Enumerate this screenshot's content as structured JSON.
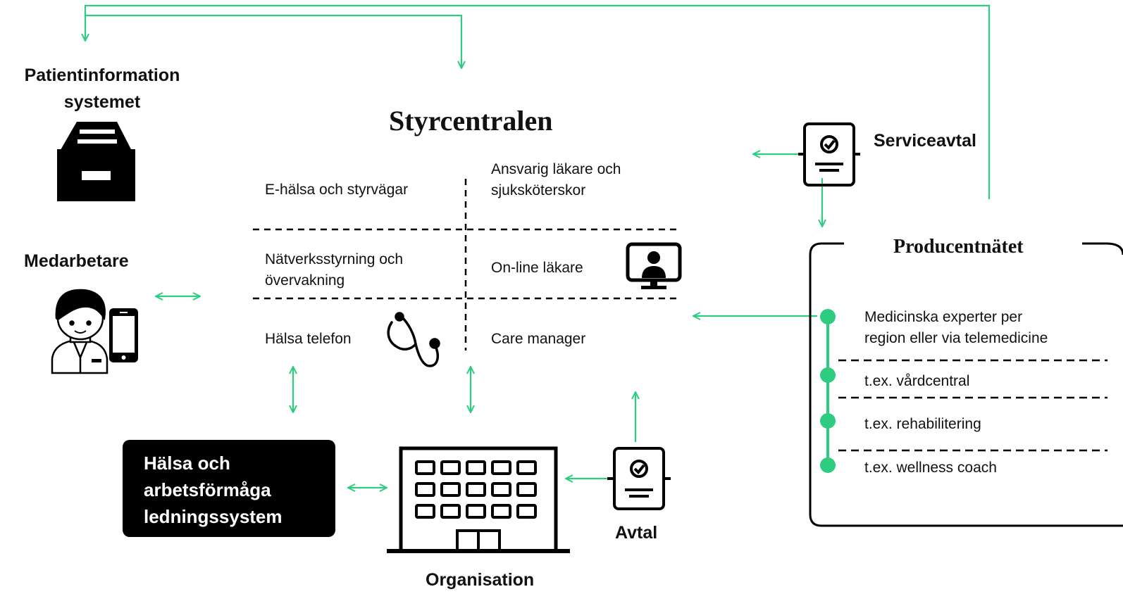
{
  "title": "Styrcentralen",
  "patient_system": {
    "label": "Patientinformation\nsystemet",
    "icon": "archive-box-icon"
  },
  "employee": {
    "label": "Medarbetare",
    "icons": [
      "doctor-icon",
      "smartphone-icon"
    ]
  },
  "grid": {
    "r1c1": "E-hälsa och styrvägar",
    "r1c2": "Ansvarig läkare och\nsjuksköterskor",
    "r2c1": "Nätverksstyrning och\növervakning",
    "r2c2": "On-line läkare",
    "r3c1": "Hälsa telefon",
    "r3c2": "Care manager",
    "icons": [
      "video-call-doctor-icon",
      "stethoscope-icon"
    ]
  },
  "service_agreement": {
    "label": "Serviceavtal",
    "icon": "contract-icon"
  },
  "producer_network": {
    "title": "Producentnätet",
    "items": [
      "Medicinska experter per\nregion eller via telemedicine",
      "t.ex. vårdcentral",
      "t.ex. rehabilitering",
      "t.ex. wellness coach"
    ]
  },
  "management_system": {
    "label": "Hälsa och\narbetsförmåga\nledningssystem"
  },
  "organisation": {
    "label": "Organisation",
    "icon": "office-building-icon"
  },
  "agreement": {
    "label": "Avtal",
    "icon": "contract-icon"
  },
  "colors": {
    "accent": "#2ecc80",
    "ink": "#000000",
    "background": "#ffffff"
  }
}
